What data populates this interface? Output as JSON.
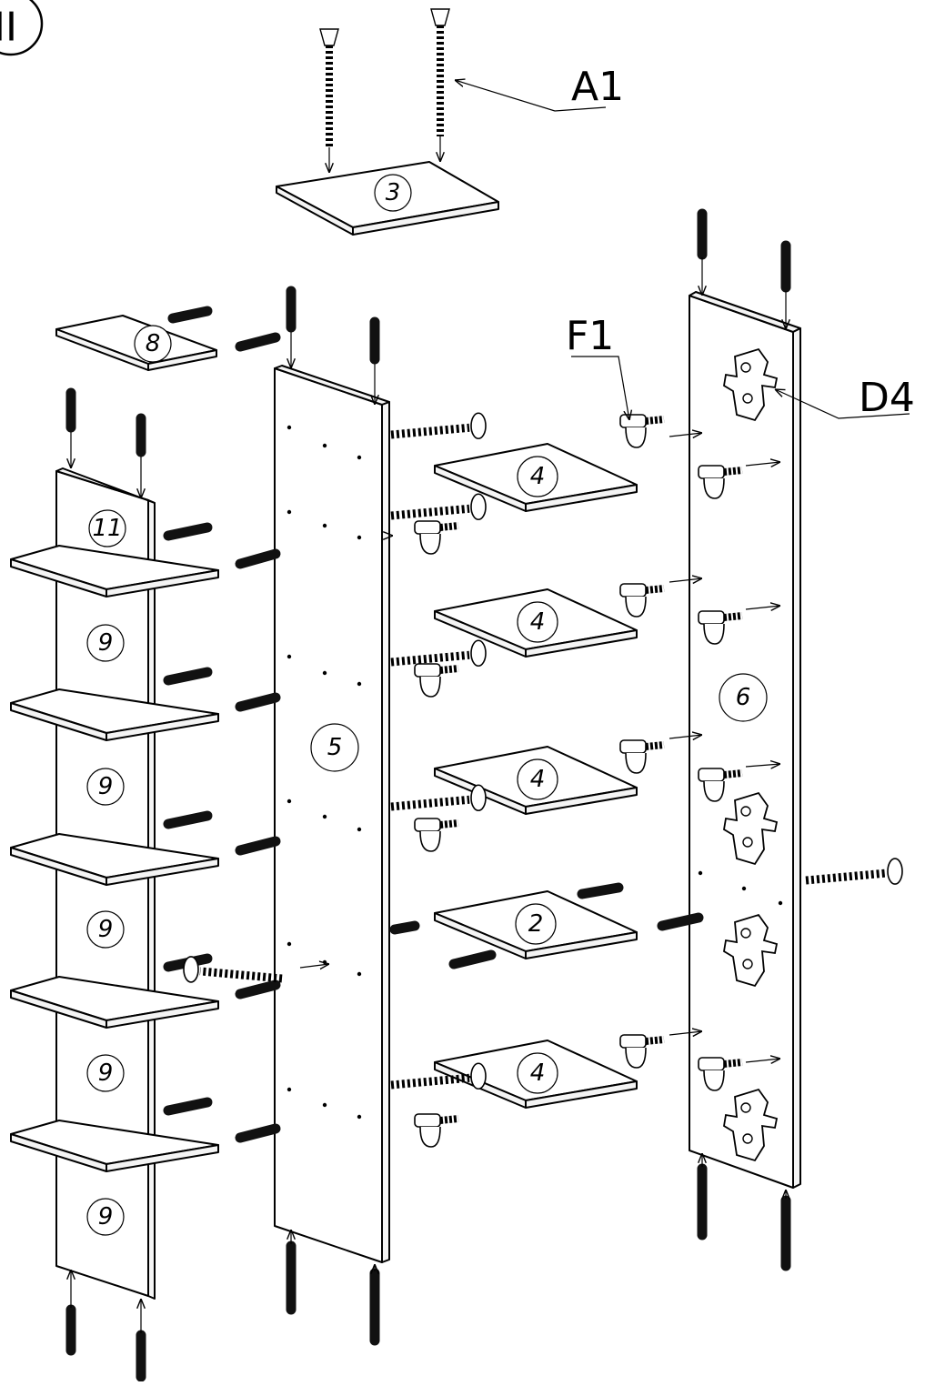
{
  "step": {
    "label": "II"
  },
  "callouts": [
    {
      "id": "A1",
      "text": "A1"
    },
    {
      "id": "F1",
      "text": "F1"
    },
    {
      "id": "D4",
      "text": "D4"
    }
  ],
  "parts": [
    {
      "id": "part-3",
      "number": "3"
    },
    {
      "id": "part-8",
      "number": "8"
    },
    {
      "id": "part-11",
      "number": "11"
    },
    {
      "id": "part-9a",
      "number": "9"
    },
    {
      "id": "part-9b",
      "number": "9"
    },
    {
      "id": "part-9c",
      "number": "9"
    },
    {
      "id": "part-9d",
      "number": "9"
    },
    {
      "id": "part-9e",
      "number": "9"
    },
    {
      "id": "part-5",
      "number": "5"
    },
    {
      "id": "part-4a",
      "number": "4"
    },
    {
      "id": "part-4b",
      "number": "4"
    },
    {
      "id": "part-4c",
      "number": "4"
    },
    {
      "id": "part-2",
      "number": "2"
    },
    {
      "id": "part-4d",
      "number": "4"
    },
    {
      "id": "part-6",
      "number": "6"
    }
  ],
  "colors": {
    "line": "#000000",
    "paper": "#ffffff",
    "dowel": "#111111"
  },
  "icons": [
    "dowel-icon",
    "screw-icon",
    "shelf-support-icon",
    "hinge-plate-icon"
  ]
}
